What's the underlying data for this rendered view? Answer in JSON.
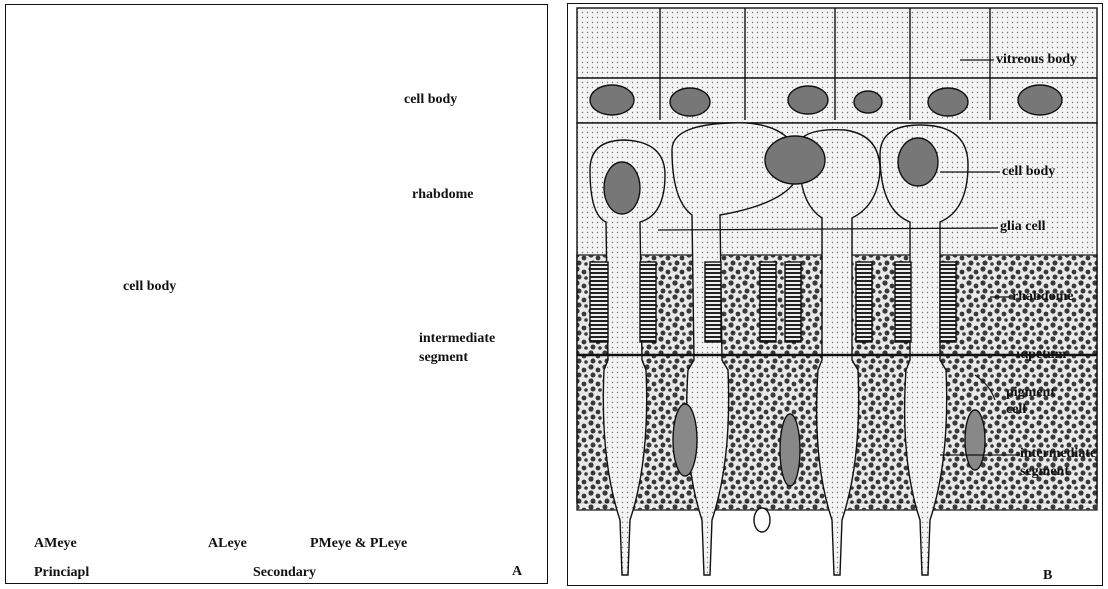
{
  "panel_a": {
    "labels": {
      "cell_body": "cell body",
      "cell_body_2": "cell body",
      "rhabdome": "rhabdome",
      "intermediate_segment_line1": "intermediate",
      "intermediate_segment_line2": "segment"
    },
    "eye_labels": {
      "am": "AMeye",
      "al": "ALeye",
      "pm_pl": "PMeye & PLeye"
    },
    "group_labels": {
      "principal": "Princiapl",
      "secondary": "Secondary"
    },
    "panel_letter": "A"
  },
  "panel_b": {
    "labels": {
      "vitreous_body": "vitreous body",
      "cell_body": "cell body",
      "glia_cell": "glia cell",
      "rhabdome": "rhabdome",
      "tapetum": "ιαpetum",
      "pigment_cell_line1": "pigment",
      "pigment_cell_line2": "cell",
      "intermediate_segment_line1": "intermediate",
      "intermediate_segment_line2": "segment"
    },
    "panel_letter": "B"
  },
  "colors": {
    "outline": "#111111",
    "nucleus": "#3a3a3a",
    "stipple_bg": "#f2f2f2",
    "pigment": "#1a1a1a"
  }
}
